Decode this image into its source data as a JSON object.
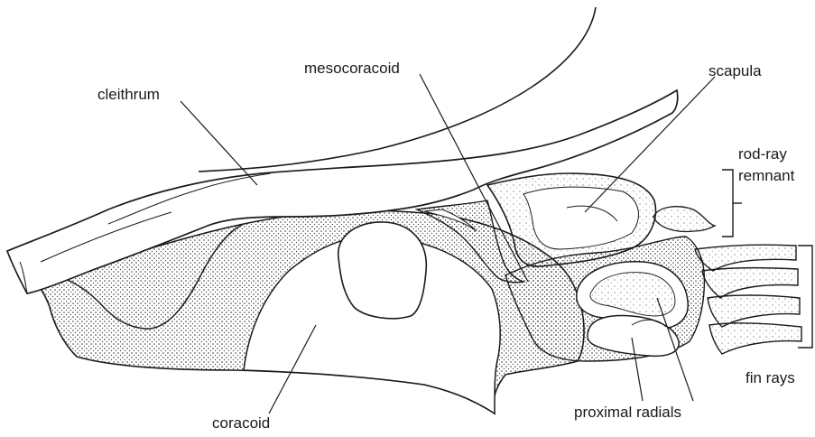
{
  "labels": {
    "cleithrum": "cleithrum",
    "mesocoracoid": "mesocoracoid",
    "scapula": "scapula",
    "rod_ray_line1": "rod-ray",
    "rod_ray_line2": "remnant",
    "fin_rays": "fin rays",
    "coracoid": "coracoid",
    "proximal_radials": "proximal radials"
  },
  "colors": {
    "ink": "#1a1a1a",
    "paper": "#ffffff",
    "stipple": "#2b2b2b"
  }
}
